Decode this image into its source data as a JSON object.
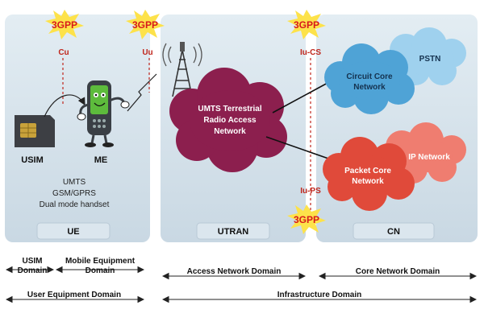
{
  "bursts": [
    {
      "text": "3GPP"
    },
    {
      "text": "3GPP"
    },
    {
      "text": "3GPP"
    },
    {
      "text": "3GPP"
    }
  ],
  "interfaces": {
    "cu": "Cu",
    "uu": "Uu",
    "iucs": "Iu-CS",
    "iups": "Iu-PS"
  },
  "panels": {
    "ue": "UE",
    "utran": "UTRAN",
    "cn": "CN"
  },
  "devices": {
    "usim": "USIM",
    "me": "ME",
    "handset_lines": [
      "UMTS",
      "GSM/GPRS",
      "Dual mode handset"
    ]
  },
  "clouds": {
    "utran_lines": [
      "UMTS Terrestrial",
      "Radio Access",
      "Network"
    ],
    "circuit_lines": [
      "Circuit Core",
      "Network"
    ],
    "pstn": "PSTN",
    "packet_lines": [
      "Packet Core",
      "Network"
    ],
    "ip": "IP Network"
  },
  "domains": {
    "usim_lines": [
      "USIM",
      "Domain"
    ],
    "me_lines": [
      "Mobile Equipment",
      "Domain"
    ],
    "access": "Access Network Domain",
    "core": "Core Network Domain",
    "user_equipment": "User Equipment Domain",
    "infrastructure": "Infrastructure Domain"
  },
  "colors": {
    "panel_fill": "#d6e3ec",
    "utran_cloud": "#8c1f4e",
    "circuit_cloud": "#4fa3d6",
    "pstn_cloud": "#9fd1ee",
    "packet_cloud": "#e04a3a",
    "ip_cloud": "#ef7d70",
    "burst": "#fde24a",
    "burst_text": "#d7191c",
    "interface_line": "#c0261c"
  }
}
